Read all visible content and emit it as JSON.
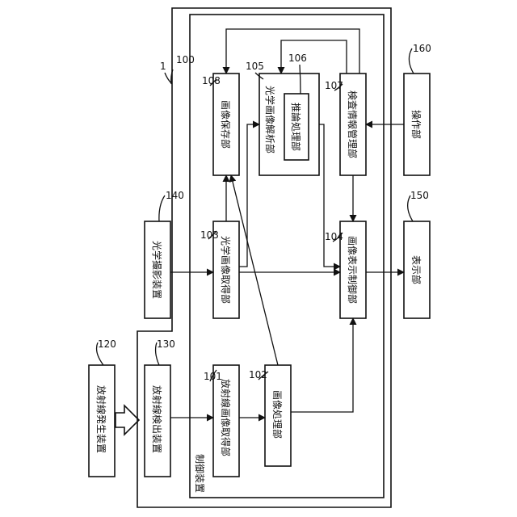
{
  "blocks": {
    "b120": {
      "label": "放射線発生装置",
      "num": "120"
    },
    "b130": {
      "label": "放射線検出装置",
      "num": "130"
    },
    "b140": {
      "label": "光学撮影装置",
      "num": "140"
    },
    "b101": {
      "label": "放射線画像取得部",
      "num": "101"
    },
    "b102": {
      "label": "画像処理部",
      "num": "102"
    },
    "b103": {
      "label": "光学画像取得部",
      "num": "103"
    },
    "b104": {
      "label": "画像表示制御部",
      "num": "104"
    },
    "b105": {
      "label": "光学画像解析部",
      "num": "105"
    },
    "b106": {
      "label": "推論処理部",
      "num": "106"
    },
    "b107": {
      "label": "検査情報管理部",
      "num": "107"
    },
    "b108": {
      "label": "画像保存部",
      "num": "108"
    },
    "b150": {
      "label": "表示部",
      "num": "150"
    },
    "b160": {
      "label": "操作部",
      "num": "160"
    }
  },
  "frames": {
    "system_num": "1",
    "housing_num": "100",
    "control_label": "制御装置"
  }
}
